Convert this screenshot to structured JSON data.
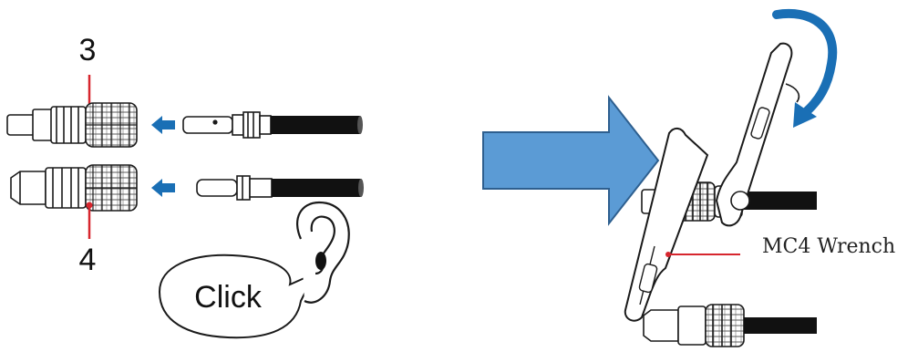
{
  "labels": {
    "num_top": "3",
    "num_bottom": "4",
    "click": "Click",
    "wrench": "MC4 Wrench"
  },
  "colors": {
    "accent_red": "#d7262e",
    "arrow_blue": "#1a6fb5",
    "big_arrow_fill": "#5b9bd5",
    "big_arrow_stroke": "#2e5f8f",
    "outline": "#1a1a1a"
  },
  "icons": {
    "ear": "ear-icon",
    "speech": "speech-bubble",
    "rotate": "rotate-arrow-icon",
    "transition": "right-arrow-icon"
  }
}
